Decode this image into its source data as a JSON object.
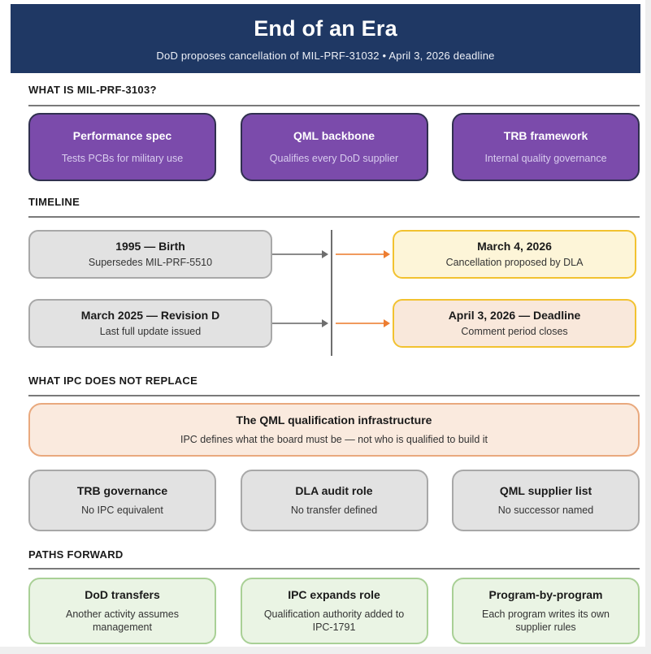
{
  "header": {
    "title": "End of an Era",
    "subtitle": "DoD proposes cancellation of MIL-PRF-31032  •  April 3, 2026 deadline"
  },
  "sections": {
    "what_is": {
      "heading": "WHAT IS MIL-PRF-3103?",
      "cards": [
        {
          "title": "Performance spec",
          "subtitle": "Tests PCBs for military use"
        },
        {
          "title": "QML backbone",
          "subtitle": "Qualifies every DoD supplier"
        },
        {
          "title": "TRB framework",
          "subtitle": "Internal quality governance"
        }
      ]
    },
    "timeline": {
      "heading": "TIMELINE",
      "rows": [
        {
          "left": {
            "title": "1995 — Birth",
            "subtitle": "Supersedes MIL-PRF-5510"
          },
          "right": {
            "title": "March 4, 2026",
            "subtitle": "Cancellation proposed by DLA"
          }
        },
        {
          "left": {
            "title": "March 2025 — Revision D",
            "subtitle": "Last full update issued"
          },
          "right": {
            "title": "April 3, 2026 — Deadline",
            "subtitle": "Comment period closes"
          }
        }
      ]
    },
    "not_replaced": {
      "heading": "WHAT IPC DOES NOT REPLACE",
      "banner": {
        "title": "The QML qualification infrastructure",
        "subtitle": "IPC defines what the board must be — not who is qualified to build it"
      },
      "cards": [
        {
          "title": "TRB governance",
          "subtitle": "No IPC equivalent"
        },
        {
          "title": "DLA audit role",
          "subtitle": "No transfer defined"
        },
        {
          "title": "QML supplier list",
          "subtitle": "No successor named"
        }
      ]
    },
    "paths_forward": {
      "heading": "PATHS FORWARD",
      "cards": [
        {
          "title": "DoD transfers",
          "subtitle": "Another activity assumes management"
        },
        {
          "title": "IPC expands role",
          "subtitle": "Qualification authority added to IPC-1791"
        },
        {
          "title": "Program-by-program",
          "subtitle": "Each program writes its own supplier rules"
        }
      ]
    }
  },
  "colors": {
    "header_navy": "#1f3864",
    "purple_fill": "#7b4bab",
    "purple_border": "#30304f",
    "gray_fill": "#e2e2e2",
    "gold_border": "#f2c230",
    "cream_fill": "#fdf5d8",
    "peach_fill": "#f9e8db",
    "banner_fill": "#faeade",
    "banner_border": "#e9a97e",
    "green_fill": "#eaf4e4",
    "green_border": "#a9d096",
    "arrow_gray": "#8a8a8a",
    "arrow_orange": "#ed7d31"
  }
}
